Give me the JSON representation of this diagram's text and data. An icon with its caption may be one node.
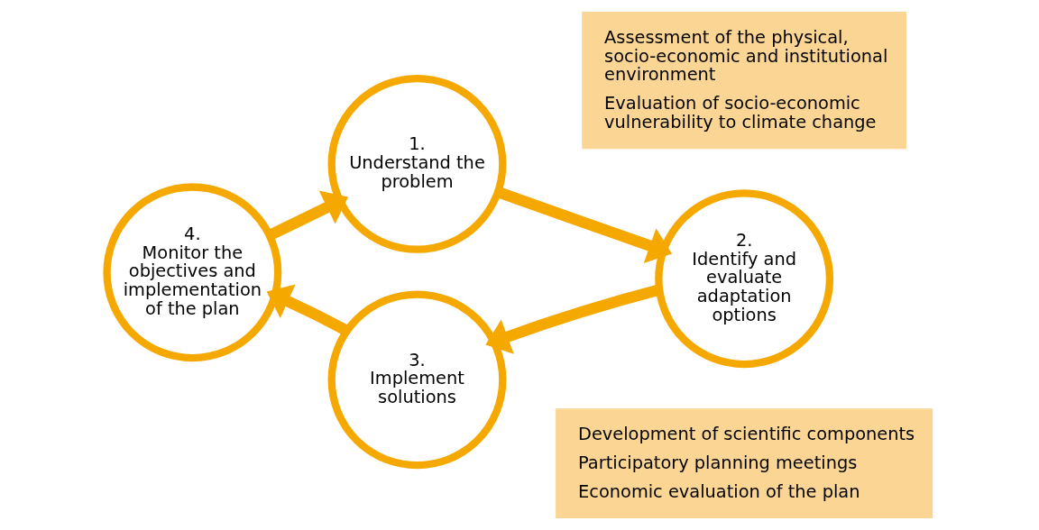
{
  "diagram": {
    "nodes": [
      {
        "text": [
          "1.",
          "Understand the problem"
        ]
      },
      {
        "text": [
          "Assessment of the physical, socio-economic and institutional environment",
          "Evaluation of socio-economic vulnerability to climate change"
        ]
      },
      {
        "text": [
          "2.",
          "Identify and evaluate adaptation options"
        ]
      },
      {
        "text": [
          "3.",
          "Implement solutions"
        ]
      },
      {
        "text": [
          "Development of scientific components",
          "Participatory planning meetings",
          "Economic evaluation of the plan"
        ]
      },
      {
        "text": [
          "4.",
          "Monitor the objectives and implementation of the plan"
        ]
      }
    ],
    "edges": [
      {
        "from": 0,
        "to": 2,
        "arrow": "to"
      },
      {
        "from": 2,
        "to": 3,
        "arrow": "to"
      },
      {
        "from": 3,
        "to": 5,
        "arrow": "to"
      },
      {
        "from": 5,
        "to": 0,
        "arrow": "to"
      }
    ]
  }
}
